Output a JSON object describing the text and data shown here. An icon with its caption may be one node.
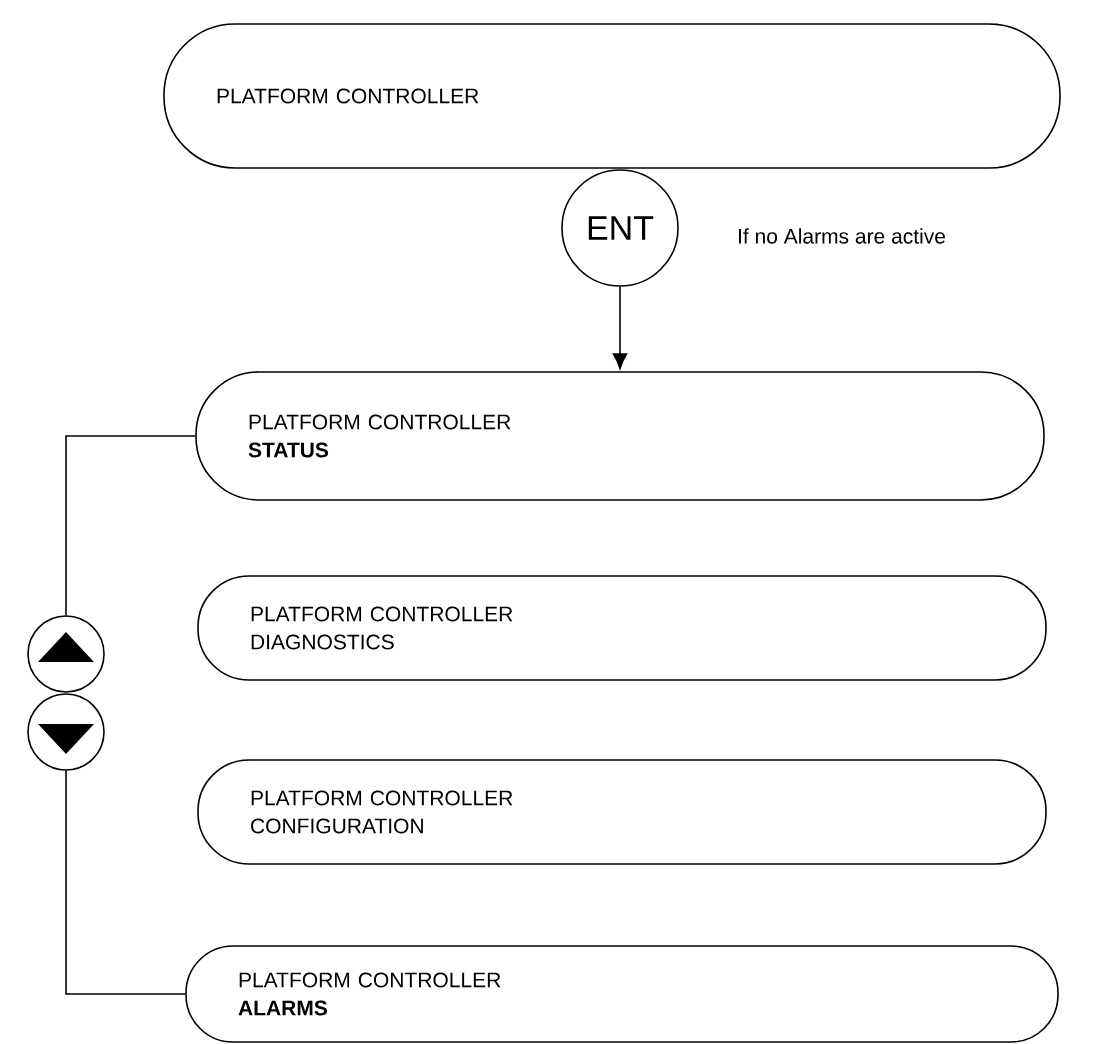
{
  "diagram": {
    "nodes": [
      {
        "text": [
          "PLATFORM CONTROLLER"
        ]
      },
      {
        "text": [
          "ENT"
        ],
        "beside": [
          "If no Alarms are active"
        ]
      },
      {
        "text": [
          "PLATFORM CONTROLLER",
          "STATUS"
        ]
      },
      {
        "text": [],
        "shape": "circle"
      },
      {
        "text": [],
        "shape": "circle"
      },
      {
        "text": [
          "PLATFORM CONTROLLER",
          "DIAGNOSTICS"
        ]
      },
      {
        "text": [
          "PLATFORM CONTROLLER",
          "CONFIGURATION"
        ]
      },
      {
        "text": [
          "PLATFORM CONTROLLER",
          "ALARMS"
        ]
      }
    ],
    "edges": [
      {
        "from": 1,
        "to": 2,
        "arrow": "to"
      },
      {
        "from": 2,
        "to": 3,
        "arrow": "none"
      },
      {
        "from": 4,
        "to": 7,
        "arrow": "none"
      }
    ]
  }
}
